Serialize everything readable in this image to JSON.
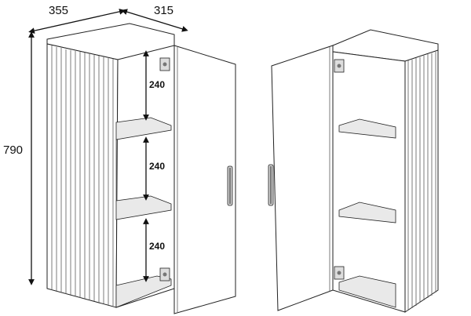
{
  "dimensions": {
    "width": "355",
    "depth": "315",
    "height": "790",
    "shelf_gap_1": "240",
    "shelf_gap_2": "240",
    "shelf_gap_3": "240"
  }
}
